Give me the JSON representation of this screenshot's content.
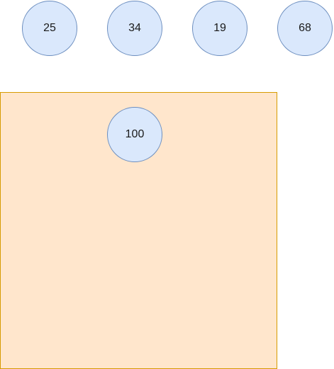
{
  "colors": {
    "node_fill": "#dae8fc",
    "node_stroke": "#6c8ebf",
    "container_fill": "#ffe6cc",
    "container_stroke": "#d79b00"
  },
  "top_nodes": [
    "25",
    "34",
    "19",
    "68"
  ],
  "container": {
    "node_label": "100"
  }
}
